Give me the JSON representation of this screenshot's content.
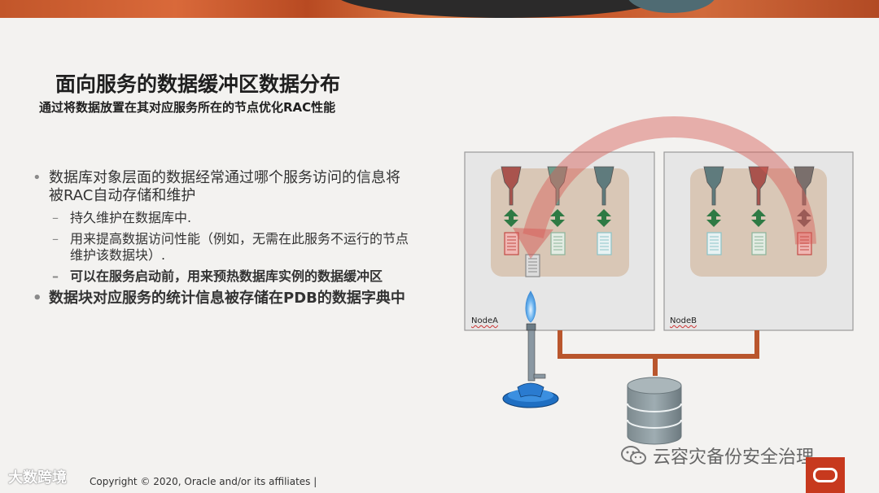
{
  "slide": {
    "title": "面向服务的数据缓冲区数据分布",
    "subtitle": "通过将数据放置在其对应服务所在的节点优化RAC性能",
    "bullets": [
      {
        "text": "数据库对象层面的数据经常通过哪个服务访问的信息将被RAC自动存储和维护",
        "bold": false
      },
      {
        "text": "持久维护在数据库中.",
        "bold": false
      },
      {
        "text": "用来提高数据访问性能（例如，无需在此服务不运行的节点维护该数据块）.",
        "bold": false
      },
      {
        "text": "可以在服务启动前，用来预热数据库实例的数据缓冲区",
        "bold": true
      },
      {
        "text": "数据块对应服务的统计信息被存储在PDB的数据字典中",
        "bold": true
      }
    ]
  },
  "diagram": {
    "node_a_label": "NodeA",
    "node_b_label": "NodeB"
  },
  "footer": {
    "copyright": "Copyright © 2020, Oracle and/or its affiliates  |"
  },
  "watermarks": {
    "left": "大数跨境",
    "right": "云容灾备份安全治理"
  },
  "colors": {
    "accent_orange": "#c7391e",
    "pipe": "#b9562d",
    "arrow_red": "#d65a55",
    "funnel_red": "#a9534d",
    "funnel_teal": "#5f7b7d",
    "double_arrow_green": "#2e7a44",
    "node_inner": "#d8c5b3"
  }
}
